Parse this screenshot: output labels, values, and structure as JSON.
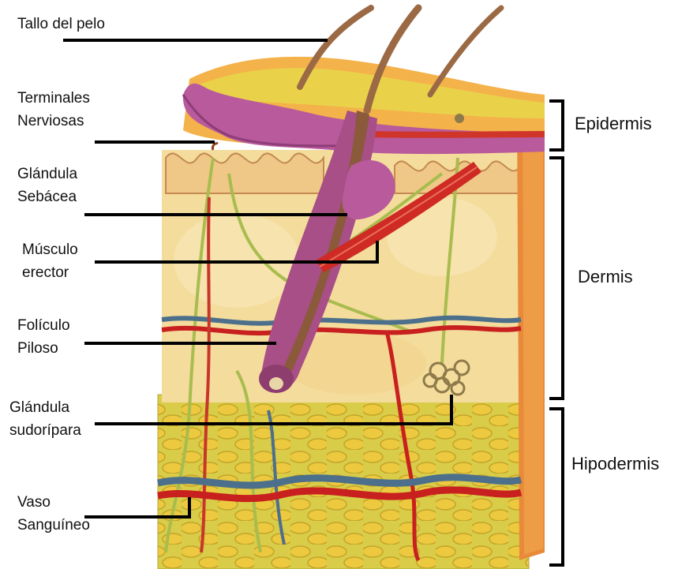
{
  "labels": {
    "hair_shaft": "Tallo del pelo",
    "nerve_endings": [
      "Terminales",
      "Nerviosas"
    ],
    "sebaceous_gland": [
      "Glándula",
      "Sebácea"
    ],
    "erector_muscle": [
      "Músculo",
      "erector"
    ],
    "hair_follicle": [
      "Folículo",
      "Piloso"
    ],
    "sweat_gland": [
      "Glándula",
      "sudorípara"
    ],
    "blood_vessel": [
      "Vaso",
      "Sanguíneo"
    ]
  },
  "regions": {
    "epidermis": "Epidermis",
    "dermis": "Dermis",
    "hypodermis": "Hipodermis"
  },
  "colors": {
    "epidermis_orange": "#f2a33a",
    "epidermis_purple": "#b85a9c",
    "dermis": "#f6dfa0",
    "hypodermis": "#d6cc4a",
    "fat_lobules": "#e8c640",
    "hair": "#9b6a45",
    "follicle": "#a74f86",
    "muscle": "#cf2a24",
    "artery": "#c81f1f",
    "vein": "#4c6f8c",
    "nerve": "#a7b94b",
    "leader_line": "#000000"
  }
}
